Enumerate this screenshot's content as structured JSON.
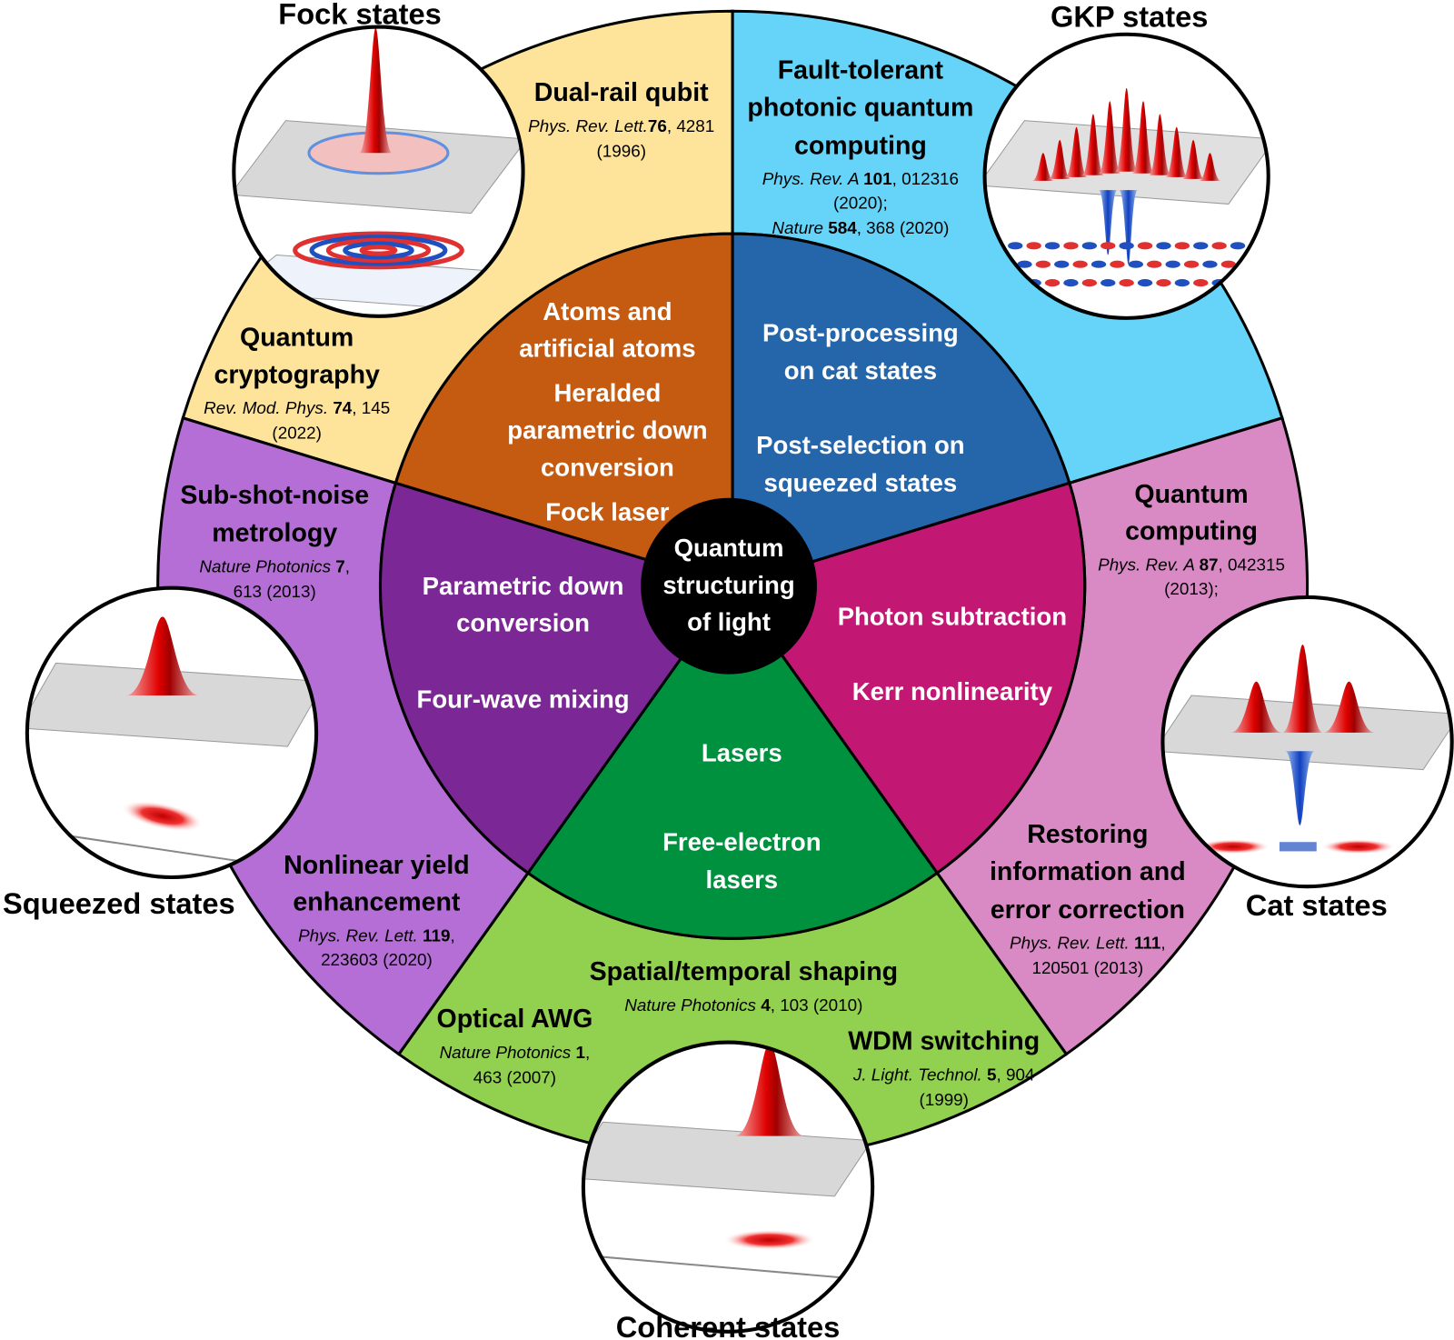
{
  "colors": {
    "outer_yellow": "#fde49a",
    "outer_cyan": "#66d4f8",
    "outer_pink": "#d98ac4",
    "outer_green": "#92d050",
    "outer_purple": "#b56ed6",
    "inner_orange": "#c55a11",
    "inner_blue": "#2566ab",
    "inner_magenta": "#c21874",
    "inner_green": "#00913f",
    "inner_purple": "#7b2795",
    "center": "#000000"
  },
  "center": {
    "lines": [
      "Quantum",
      "structuring",
      "of light"
    ]
  },
  "inner": {
    "orange": {
      "lines": [
        "Atoms and",
        "artificial atoms",
        "Heralded",
        "parametric down",
        "conversion",
        "Fock laser"
      ]
    },
    "blue": {
      "lines": [
        "Post-processing",
        "on cat states",
        "Post-selection on",
        "squeezed states"
      ]
    },
    "magenta": {
      "lines": [
        "Photon subtraction",
        "Kerr nonlinearity"
      ]
    },
    "green": {
      "lines": [
        "Lasers",
        "Free-electron",
        "lasers"
      ]
    },
    "purple": {
      "lines": [
        "Parametric down",
        "conversion",
        "Four-wave mixing"
      ]
    }
  },
  "outer": {
    "dual_rail": {
      "title": [
        "Dual-rail qubit"
      ],
      "cite": [
        {
          "j": "Phys. Rev. Lett.",
          "v": "76",
          "r": ", 4281"
        },
        {
          "j": "",
          "v": "",
          "r": "(1996)"
        }
      ]
    },
    "fault_tolerant": {
      "title": [
        "Fault-tolerant",
        "photonic quantum",
        "computing"
      ],
      "cite": [
        {
          "j": "Phys. Rev. A ",
          "v": "101",
          "r": ", 012316"
        },
        {
          "j": "",
          "v": "",
          "r": "(2020);"
        },
        {
          "j": "Nature ",
          "v": "584",
          "r": ", 368 (2020)"
        }
      ]
    },
    "cryptography": {
      "title": [
        "Quantum",
        "cryptography"
      ],
      "cite": [
        {
          "j": "Rev. Mod. Phys. ",
          "v": "74",
          "r": ", 145"
        },
        {
          "j": "",
          "v": "",
          "r": "(2022)"
        }
      ]
    },
    "metrology": {
      "title": [
        "Sub-shot-noise",
        "metrology"
      ],
      "cite": [
        {
          "j": "Nature Photonics ",
          "v": "7",
          "r": ","
        },
        {
          "j": "",
          "v": "",
          "r": "613 (2013)"
        }
      ]
    },
    "computing": {
      "title": [
        "Quantum",
        "computing"
      ],
      "cite": [
        {
          "j": "Phys. Rev. A ",
          "v": "87",
          "r": ", 042315"
        },
        {
          "j": "",
          "v": "",
          "r": "(2013);"
        }
      ]
    },
    "nonlinear": {
      "title": [
        "Nonlinear yield",
        "enhancement"
      ],
      "cite": [
        {
          "j": "Phys. Rev. Lett. ",
          "v": "119",
          "r": ","
        },
        {
          "j": "",
          "v": "",
          "r": "223603 (2020)"
        }
      ]
    },
    "restoring": {
      "title": [
        "Restoring",
        "information and",
        "error correction"
      ],
      "cite": [
        {
          "j": "Phys. Rev. Lett. ",
          "v": "111",
          "r": ","
        },
        {
          "j": "",
          "v": "",
          "r": "120501 (2013)"
        }
      ]
    },
    "shaping": {
      "title": [
        "Spatial/temporal shaping"
      ],
      "cite": [
        {
          "j": "Nature Photonics ",
          "v": "4",
          "r": ", 103 (2010)"
        }
      ]
    },
    "awg": {
      "title": [
        "Optical AWG"
      ],
      "cite": [
        {
          "j": "Nature Photonics ",
          "v": "1",
          "r": ","
        },
        {
          "j": "",
          "v": "",
          "r": "463 (2007)"
        }
      ]
    },
    "wdm": {
      "title": [
        "WDM switching"
      ],
      "cite": [
        {
          "j": "J. Light. Technol. ",
          "v": "5",
          "r": ", 904"
        },
        {
          "j": "",
          "v": "",
          "r": "(1999)"
        }
      ]
    }
  },
  "states": {
    "fock": "Fock states",
    "gkp": "GKP states",
    "squeezed": "Squeezed states",
    "cat": "Cat states",
    "coherent": "Coherent states"
  }
}
